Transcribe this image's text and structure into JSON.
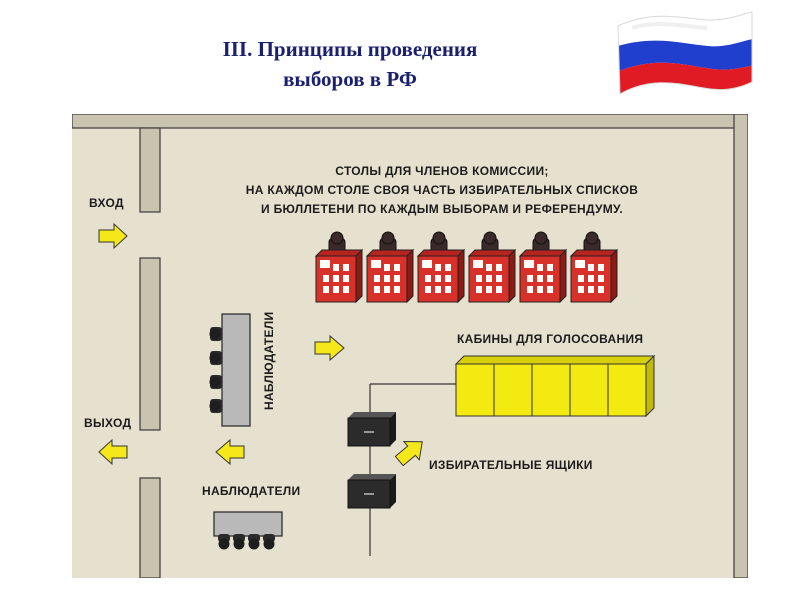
{
  "page": {
    "title_line1": "III. Принципы проведения",
    "title_line2": "выборов в РФ"
  },
  "flag": {
    "icon": "russian-flag-icon",
    "colors": [
      "#ffffff",
      "#1f3fcc",
      "#e01b24"
    ]
  },
  "plan": {
    "labels": {
      "entrance": "ВХОД",
      "exit": "ВЫХОД",
      "commission_tables_line1": "СТОЛЫ ДЛЯ ЧЛЕНОВ КОМИССИИ;",
      "commission_tables_line2": "НА КАЖДОМ СТОЛЕ СВОЯ ЧАСТЬ ИЗБИРАТЕЛЬНЫХ СПИСКОВ",
      "commission_tables_line3": "И БЮЛЛЕТЕНИ ПО КАЖДЫМ ВЫБОРАМ И РЕФЕРЕНДУМУ.",
      "voting_booths": "КАБИНЫ ДЛЯ ГОЛОСОВАНИЯ",
      "observers_vertical": "НАБЛЮДАТЕЛИ",
      "observers_bottom": "НАБЛЮДАТЕЛИ",
      "ballot_boxes": "ИЗБИРАТЕЛЬНЫЕ ЯЩИКИ"
    },
    "colors": {
      "background": "#e6e1cf",
      "wall": "#c9c4b0",
      "wall_stroke": "#3a3a3a",
      "table_red": "#d8312a",
      "booth_yellow": "#f3ea12",
      "arrow_yellow": "#f5e81a",
      "box_dark": "#2b2b2b",
      "observer_gray": "#b9b9b9"
    },
    "commission_table_count": 6,
    "voting_booth_count": 5,
    "ballot_box_count": 2,
    "observer_count_vertical": 4,
    "observer_count_bottom": 4
  }
}
